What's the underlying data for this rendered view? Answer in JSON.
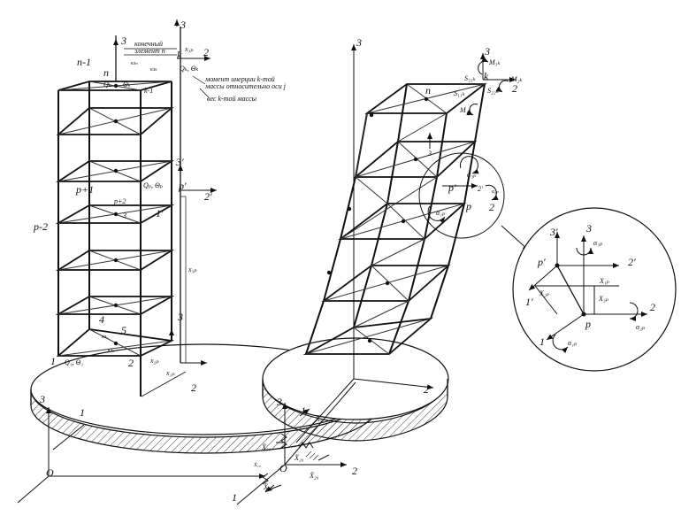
{
  "left": {
    "axis_3_top": "3",
    "axis_2_top": "2",
    "x3p": "x₃ₚ",
    "fe_line1": "конечный",
    "fe_line2": "элемент n",
    "n_minus_1": "n-1",
    "n": "n",
    "k": "k",
    "ke_n": "кэₙ",
    "ke_k": "кэₖ",
    "qk_top": "Qₖ, Θₖ",
    "theta_k": "Θₖ",
    "k_minus_1": "k-1",
    "q_k_left": "Qₖ",
    "moment_line1": "момент инерции k-той",
    "moment_line2": "массы относительно оси j",
    "weight_note": "вес k-той массы",
    "axis_3prime": "3′",
    "p_plus_1": "p+1",
    "qp": "Qₚ, Θₚ",
    "p_prime": "p′",
    "axis_2prime": "2′",
    "p_plus_2": "p+2",
    "axis_1prime": "1′",
    "p3": "3",
    "p_minus_2": "p-2",
    "x3p_side": "x₃ₚ",
    "node_4": "4",
    "node_5": "5",
    "node_3": "3",
    "ke5": "кэ₅",
    "ke2": "кэ₂",
    "node_1": "1",
    "q1": "Q₁, Θ₁",
    "node_2": "2",
    "x2p": "x₂ₚ",
    "x1p": "x₁ₚ",
    "base_2": "2",
    "base_3": "3",
    "base_1": "1",
    "origin": "O"
  },
  "right": {
    "axis_3": "3",
    "m3k": "M₃ₖ",
    "s33k": "S₃₃ₖ",
    "k": "k",
    "m2k": "M₂ₖ",
    "s22k": "S₂₂ₖ",
    "axis_2": "2",
    "n": "n",
    "m1k": "M₁ₖ",
    "s11k": "S₁₁ₖ",
    "p3": "3",
    "alpha_p": "α₃ₚ",
    "p_prime": "p′",
    "two_prime": "2′",
    "alpha_2p": "α₂ₚ",
    "p": "p",
    "a1p": "α₁ₚ",
    "x2": "2",
    "ground_2": "2",
    "o1": "1",
    "xo": "Ẍₒ",
    "axis_3_bottom": "3",
    "x30": "Ẍ₃₀",
    "x1_0": "Ẋ₁₀",
    "x20": "Ẍ₂₀",
    "o": "O",
    "x10": "Ẍ₁₀",
    "axis_2_bottom": "2",
    "axis_1_bottom": "1"
  },
  "detail": {
    "three_prime": "3′",
    "three": "3",
    "alpha3p": "α₃ₚ",
    "p_prime": "p′",
    "two_prime": "2′",
    "x1p": "X₁ₚ",
    "x2p": "X₂ₚ",
    "one_prime": "1′",
    "x3p": "X₃ₚ",
    "two": "2",
    "alpha2p": "α₂ₚ",
    "p": "p",
    "one": "1",
    "alpha1p": "α₁ₚ"
  }
}
